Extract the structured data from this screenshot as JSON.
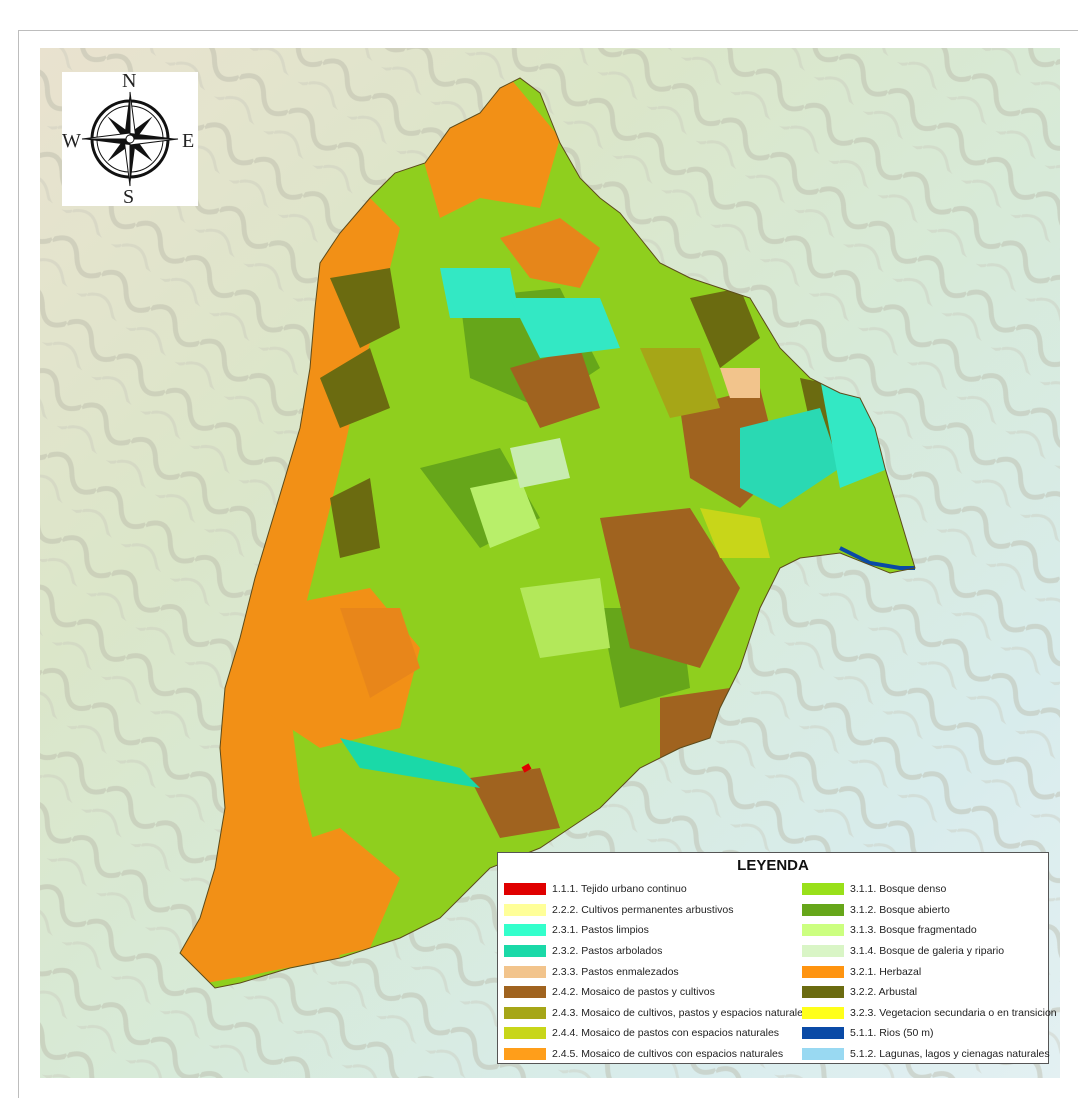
{
  "compass": {
    "north": "N",
    "south": "S",
    "east": "E",
    "west": "W"
  },
  "legend": {
    "title": "LEYENDA",
    "left": [
      {
        "label": "1.1.1. Tejido urbano continuo",
        "color": "#e00000"
      },
      {
        "label": "2.2.2. Cultivos permanentes arbustivos",
        "color": "#ffff99"
      },
      {
        "label": "2.3.1. Pastos limpios",
        "color": "#33ffcc"
      },
      {
        "label": "2.3.2. Pastos arbolados",
        "color": "#1ad9a8"
      },
      {
        "label": "2.3.3. Pastos enmalezados",
        "color": "#f2c48c"
      },
      {
        "label": "2.4.2. Mosaico de pastos y cultivos",
        "color": "#a0631f"
      },
      {
        "label": "2.4.3. Mosaico de cultivos, pastos y espacios naturales",
        "color": "#a6a617"
      },
      {
        "label": "2.4.4. Mosaico de pastos con espacios naturales",
        "color": "#c8d619"
      },
      {
        "label": "2.4.5. Mosaico de cultivos con espacios naturales",
        "color": "#ff9e1a"
      }
    ],
    "right": [
      {
        "label": "3.1.1. Bosque denso",
        "color": "#99e01a"
      },
      {
        "label": "3.1.2. Bosque abierto",
        "color": "#66a61a"
      },
      {
        "label": "3.1.3. Bosque fragmentado",
        "color": "#ccff80"
      },
      {
        "label": "3.1.4. Bosque de galeria y ripario",
        "color": "#d9f5c6"
      },
      {
        "label": "3.2.1. Herbazal",
        "color": "#ff9410"
      },
      {
        "label": "3.2.2. Arbustal",
        "color": "#6b6b10"
      },
      {
        "label": "3.2.3. Vegetacion secundaria o en transicion",
        "color": "#ffff1a"
      },
      {
        "label": "5.1.1. Rios (50 m)",
        "color": "#0a4aa6"
      },
      {
        "label": "5.1.2. Lagunas, lagos y cienagas naturales",
        "color": "#99d9f2"
      }
    ]
  }
}
